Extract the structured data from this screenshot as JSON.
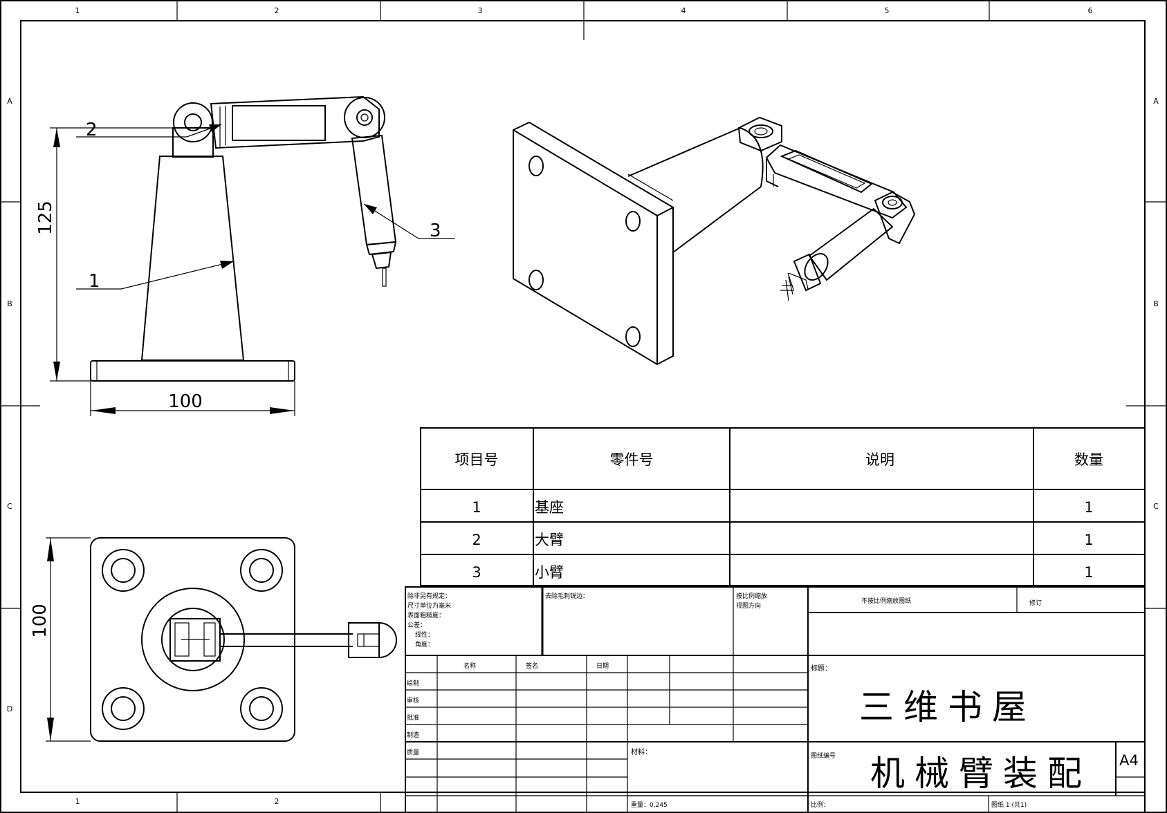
{
  "zones": {
    "columns_top": [
      "1",
      "2",
      "3",
      "4",
      "5",
      "6"
    ],
    "columns_bottom": [
      "1",
      "2"
    ],
    "rows_left": [
      "A",
      "B",
      "C",
      "D"
    ],
    "rows_right": [
      "A",
      "B",
      "C"
    ]
  },
  "front_view": {
    "balloons": [
      "1",
      "2",
      "3"
    ],
    "dim_height": "125",
    "dim_width": "100"
  },
  "top_view": {
    "dim_height": "100"
  },
  "bom": {
    "headers": [
      "项目号",
      "零件号",
      "说明",
      "数量"
    ],
    "rows": [
      {
        "item": "1",
        "part": "基座",
        "desc": "",
        "qty": "1"
      },
      {
        "item": "2",
        "part": "大臂",
        "desc": "",
        "qty": "1"
      },
      {
        "item": "3",
        "part": "小臂",
        "desc": "",
        "qty": "1"
      }
    ]
  },
  "title_block": {
    "notes_left": [
      "除非另有规定：",
      "尺寸单位为毫米",
      "表面粗糙度：",
      "公差：",
      "线性：",
      "角度："
    ],
    "notes_mid": "去除毛刺锐边：",
    "notes_right": [
      "按比例缩放",
      "视图方向"
    ],
    "std_label": "不按比例缩放图纸",
    "rev_label": "修订",
    "grid_headers": [
      "名称",
      "签名",
      "日期"
    ],
    "grid_rows": [
      "绘制",
      "审核",
      "批准",
      "制造",
      "质量"
    ],
    "material_label": "材料：",
    "title_label": "标题：",
    "company": "三维书屋",
    "dwg_label": "图纸编号",
    "drawing_title": "机械臂装配",
    "size": "A4",
    "weight": "重量：0.245",
    "scale_label": "比例：",
    "sheet": "图纸 1 (共1)"
  }
}
